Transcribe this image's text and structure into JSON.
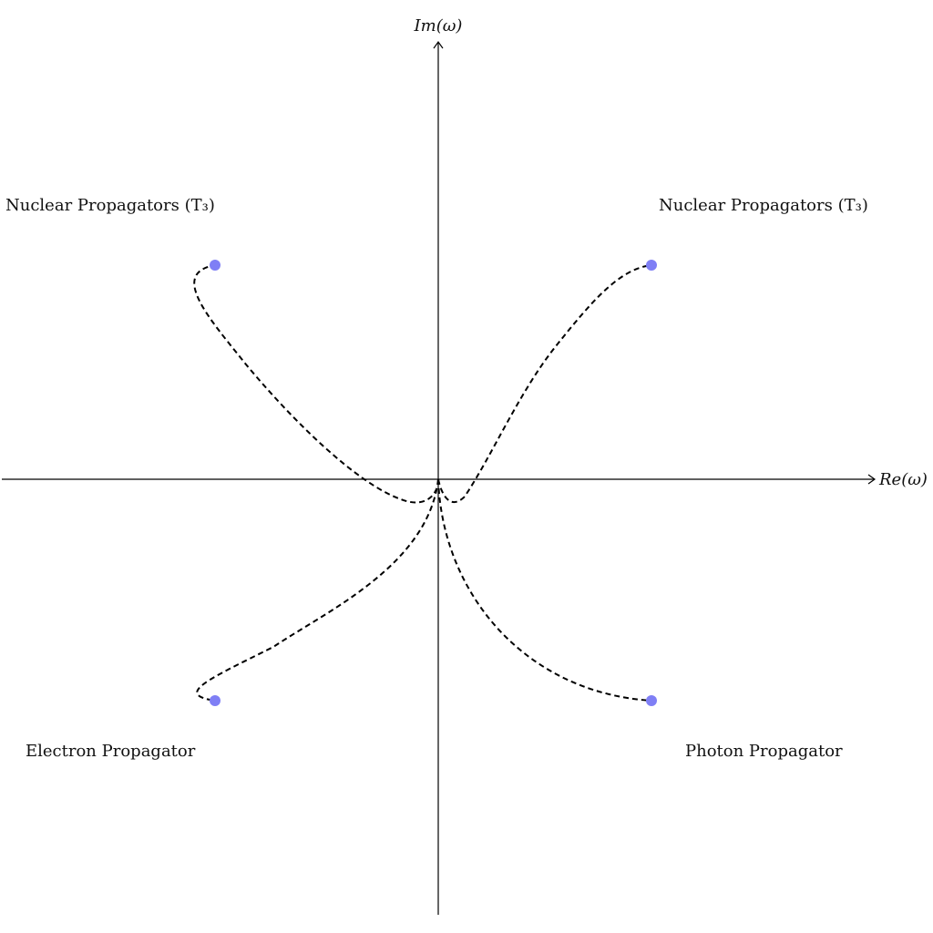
{
  "axes": {
    "x_label": "Re(ω)",
    "y_label": "Im(ω)"
  },
  "labels": {
    "nuclear_upper_left": "Nuclear Propagators (T₃)",
    "nuclear_upper_right": "Nuclear Propagators (T₃)",
    "electron": "Electron Propagator",
    "photon": "Photon Propagator"
  },
  "colors": {
    "pole": "#7f7ff5",
    "contour": "#000000",
    "axis": "#000000"
  }
}
